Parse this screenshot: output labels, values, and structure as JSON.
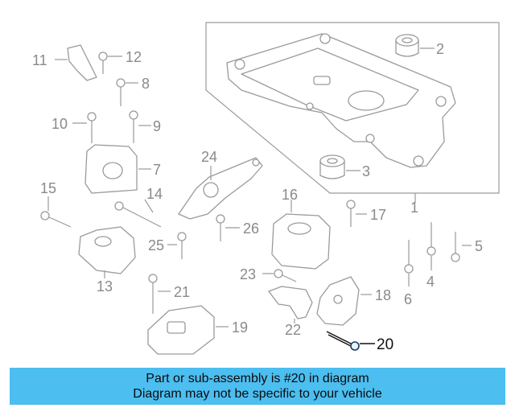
{
  "callouts": {
    "c1": "1",
    "c2": "2",
    "c3": "3",
    "c4": "4",
    "c5": "5",
    "c6": "6",
    "c7": "7",
    "c8": "8",
    "c9": "9",
    "c10": "10",
    "c11": "11",
    "c12": "12",
    "c13": "13",
    "c14": "14",
    "c15": "15",
    "c16": "16",
    "c17": "17",
    "c18": "18",
    "c19": "19",
    "c20": "20",
    "c21": "21",
    "c22": "22",
    "c23": "23",
    "c24": "24",
    "c25": "25",
    "c26": "26"
  },
  "highlighted_part": "20",
  "colors": {
    "banner": "#4cbef0",
    "highlight": "#1e3a66",
    "lines": "#9a9a9a"
  },
  "banner": {
    "line1": "Part or sub-assembly is #20 in diagram",
    "line2": "Diagram may not be specific to your vehicle"
  }
}
